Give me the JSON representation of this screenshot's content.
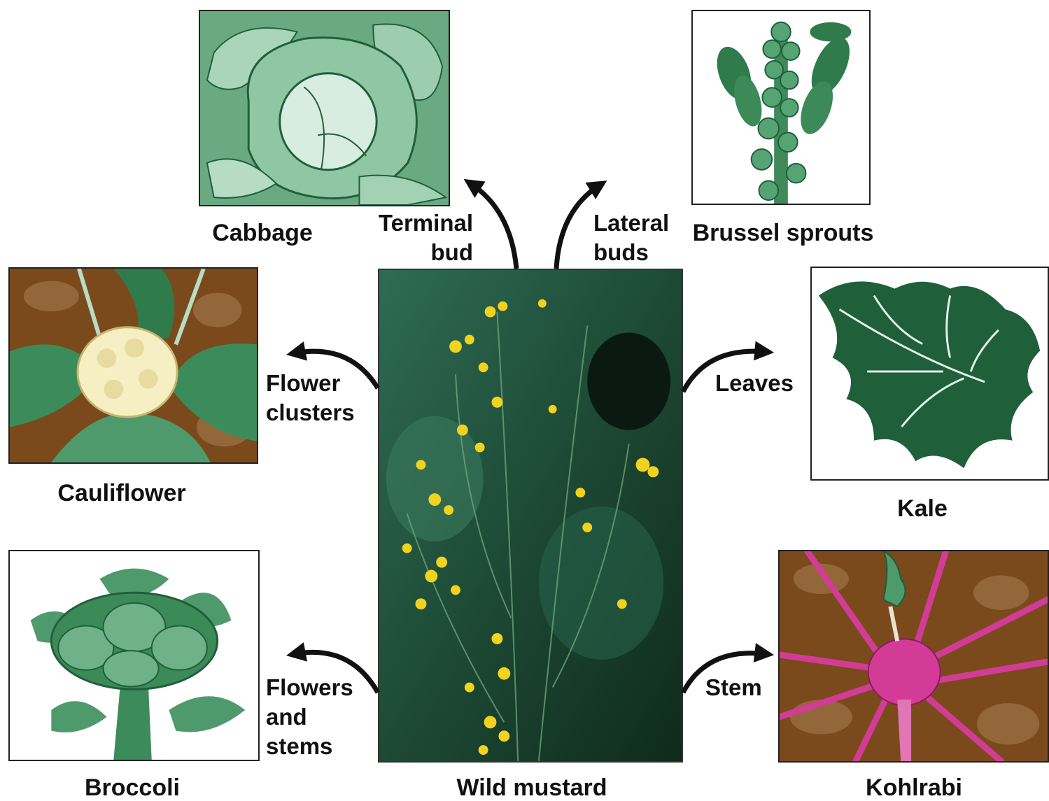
{
  "center": {
    "caption": "Wild mustard"
  },
  "varieties": {
    "cabbage": {
      "name": "Cabbage",
      "part": "Terminal\nbud"
    },
    "brussels": {
      "name": "Brussel sprouts",
      "part": "Lateral\nbuds"
    },
    "cauliflower": {
      "name": "Cauliflower",
      "part": "Flower\nclusters"
    },
    "kale": {
      "name": "Kale",
      "part": "Leaves"
    },
    "broccoli": {
      "name": "Broccoli",
      "part": "Flowers\nand\nstems"
    },
    "kohlrabi": {
      "name": "Kohlrabi",
      "part": "Stem"
    }
  },
  "colors": {
    "green_dark": "#1f5f3a",
    "green_mid": "#4f9a6c",
    "green_light": "#b7dcc3",
    "soil": "#7a4a1c",
    "soil_light": "#93673a",
    "cauliflower_head": "#f6efc4",
    "kohlrabi": "#d23c96"
  }
}
